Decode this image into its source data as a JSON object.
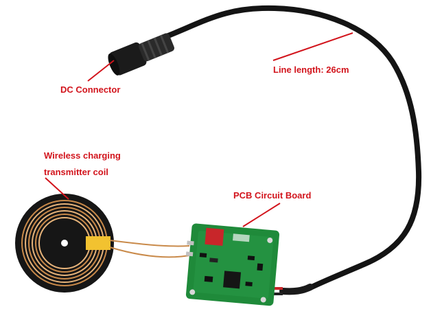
{
  "labels": {
    "dc_connector": "DC Connector",
    "line_length": "Line length: 26cm",
    "coil_line1": "Wireless charging",
    "coil_line2": "transmitter coil",
    "pcb": "PCB Circuit Board"
  },
  "colors": {
    "label_red": "#d2141c",
    "cable": "#141414",
    "pcb_green": "#1f8a3a",
    "coil_copper": "#c98a4a",
    "relay_red": "#c8262a"
  }
}
